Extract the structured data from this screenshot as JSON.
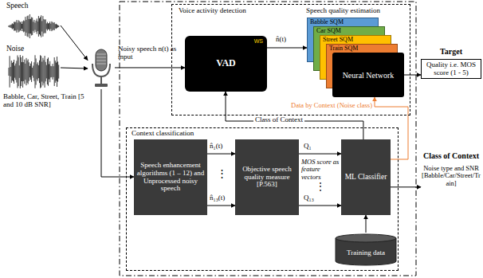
{
  "diagram": {
    "nodes": [
      {
        "text": [
          "Speech"
        ]
      },
      {
        "text": [
          "Noise"
        ]
      },
      {
        "text": [
          "Noisy speech n(t) as input"
        ]
      },
      {
        "text": [
          "Voice activity detection",
          "Speech quality estimation"
        ]
      },
      {
        "text": [
          "VAD",
          "WS"
        ],
        "in": 3
      },
      {
        "text": [
          "Babble SQM"
        ],
        "in": 3
      },
      {
        "text": [
          "Car SQM"
        ],
        "in": 3
      },
      {
        "text": [
          "Street SQM"
        ],
        "in": 3
      },
      {
        "text": [
          "Train SQM"
        ],
        "in": 3
      },
      {
        "text": [
          "Neural Network"
        ],
        "in": 3
      },
      {
        "text": [
          "Target",
          "Quality i.e. MOS score (1 - 5)"
        ]
      },
      {
        "text": [
          "Context classification"
        ]
      },
      {
        "text": [
          "Speech enhancement algorithms (1 – 12) and Unprocessed noisy speech"
        ],
        "in": 11
      },
      {
        "text": [
          "Objective speech quality measure [P.563]"
        ],
        "in": 11
      },
      {
        "text": [
          "ML Classifier"
        ],
        "in": 11
      },
      {
        "text": [
          "Training data"
        ],
        "in": 11
      },
      {
        "text": [
          "Class of Context",
          "Noise type and SNR [Babble/Car/Street/Train]"
        ]
      }
    ],
    "edges": [
      {
        "from": 0,
        "to": 2,
        "arrow": "to"
      },
      {
        "from": 1,
        "to": 2,
        "arrow": "to"
      },
      {
        "from": 2,
        "to": 4,
        "arrow": "to"
      },
      {
        "from": 2,
        "to": 12,
        "arrow": "to"
      },
      {
        "from": 4,
        "to": 5,
        "label": "n̂(t)",
        "arrow": "to"
      },
      {
        "from": 9,
        "to": 10,
        "arrow": "to"
      },
      {
        "from": 12,
        "to": 13,
        "label": "n̂₁(t)",
        "arrow": "to"
      },
      {
        "from": 12,
        "to": 13,
        "label": "n̂₁₃(t)",
        "arrow": "to"
      },
      {
        "from": 13,
        "to": 14,
        "label": "Q₁",
        "arrow": "to"
      },
      {
        "from": 13,
        "to": 14,
        "label": "Q₁₃",
        "arrow": "to"
      },
      {
        "from": 15,
        "to": 14,
        "arrow": "to"
      },
      {
        "from": 14,
        "to": 16,
        "arrow": "to"
      },
      {
        "from": 14,
        "to": 4,
        "label": "Class of Context",
        "arrow": "to"
      },
      {
        "from": 14,
        "to": 9,
        "label": "Data by Context (Noise class)",
        "arrow": "to"
      }
    ],
    "labels": [
      "Babble, Car, Street, Train [5 and 10 dB SNR]",
      "⋮",
      "⋮",
      "MOS score as feature vectors"
    ]
  }
}
